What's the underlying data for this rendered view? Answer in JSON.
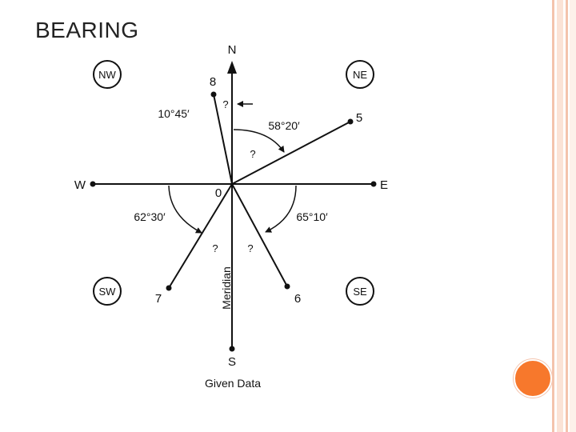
{
  "slide": {
    "title": "BEARING",
    "accent_color": "#f7782c",
    "border_color": "#f4c4ad"
  },
  "diagram": {
    "compass": {
      "north": "N",
      "south": "S",
      "east": "E",
      "west": "W",
      "origin": "0"
    },
    "quadrants": {
      "nw": "NW",
      "ne": "NE",
      "sw": "SW",
      "se": "SE"
    },
    "points": {
      "p8": "8",
      "p5": "5",
      "p7": "7",
      "p6": "6"
    },
    "angles": {
      "a8": "10°45′",
      "a5": "58°20′",
      "a7": "62°30′",
      "a6": "65°10′"
    },
    "unknowns": {
      "q8": "?",
      "q5": "?",
      "q7": "?",
      "q6": "?"
    },
    "meridian_label": "Meridian",
    "caption": "Given Data"
  }
}
